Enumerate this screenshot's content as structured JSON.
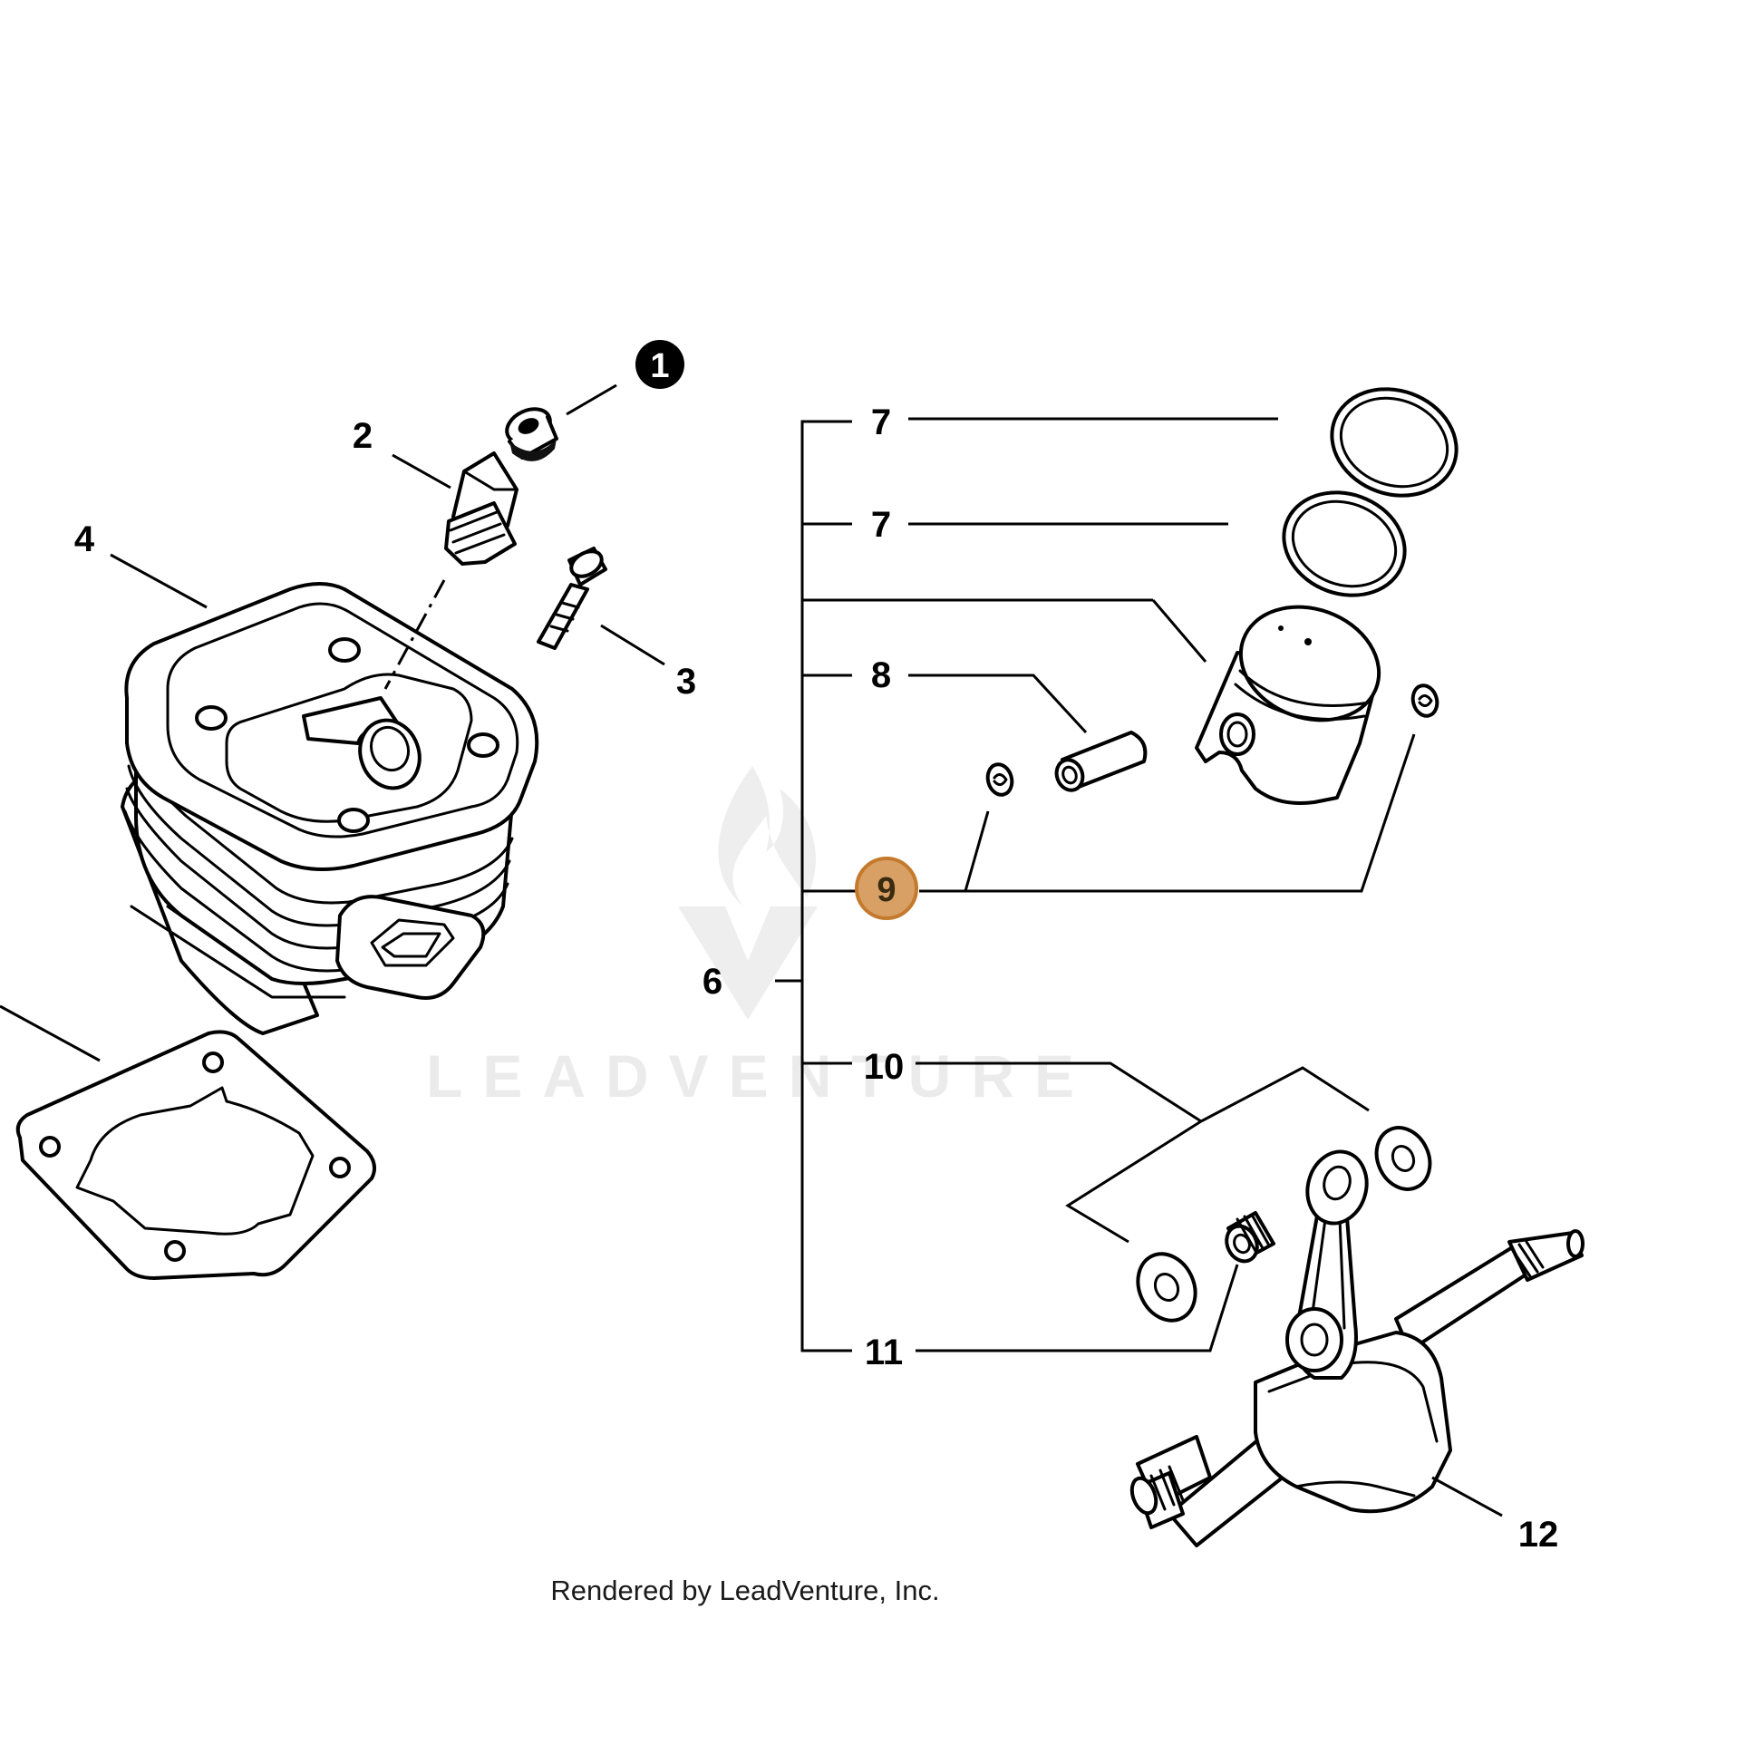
{
  "callouts": {
    "p1": "1",
    "p2": "2",
    "p3": "3",
    "p4": "4",
    "p6": "6",
    "p7a": "7",
    "p7b": "7",
    "p8": "8",
    "p9": "9",
    "p10": "10",
    "p11": "11",
    "p12": "12"
  },
  "highlighted_callout": "9",
  "highlight_color": "#d9a066",
  "highlight_border": "#c47a2c",
  "watermark": "LEADVENTURE",
  "footer": "Rendered by LeadVenture, Inc."
}
